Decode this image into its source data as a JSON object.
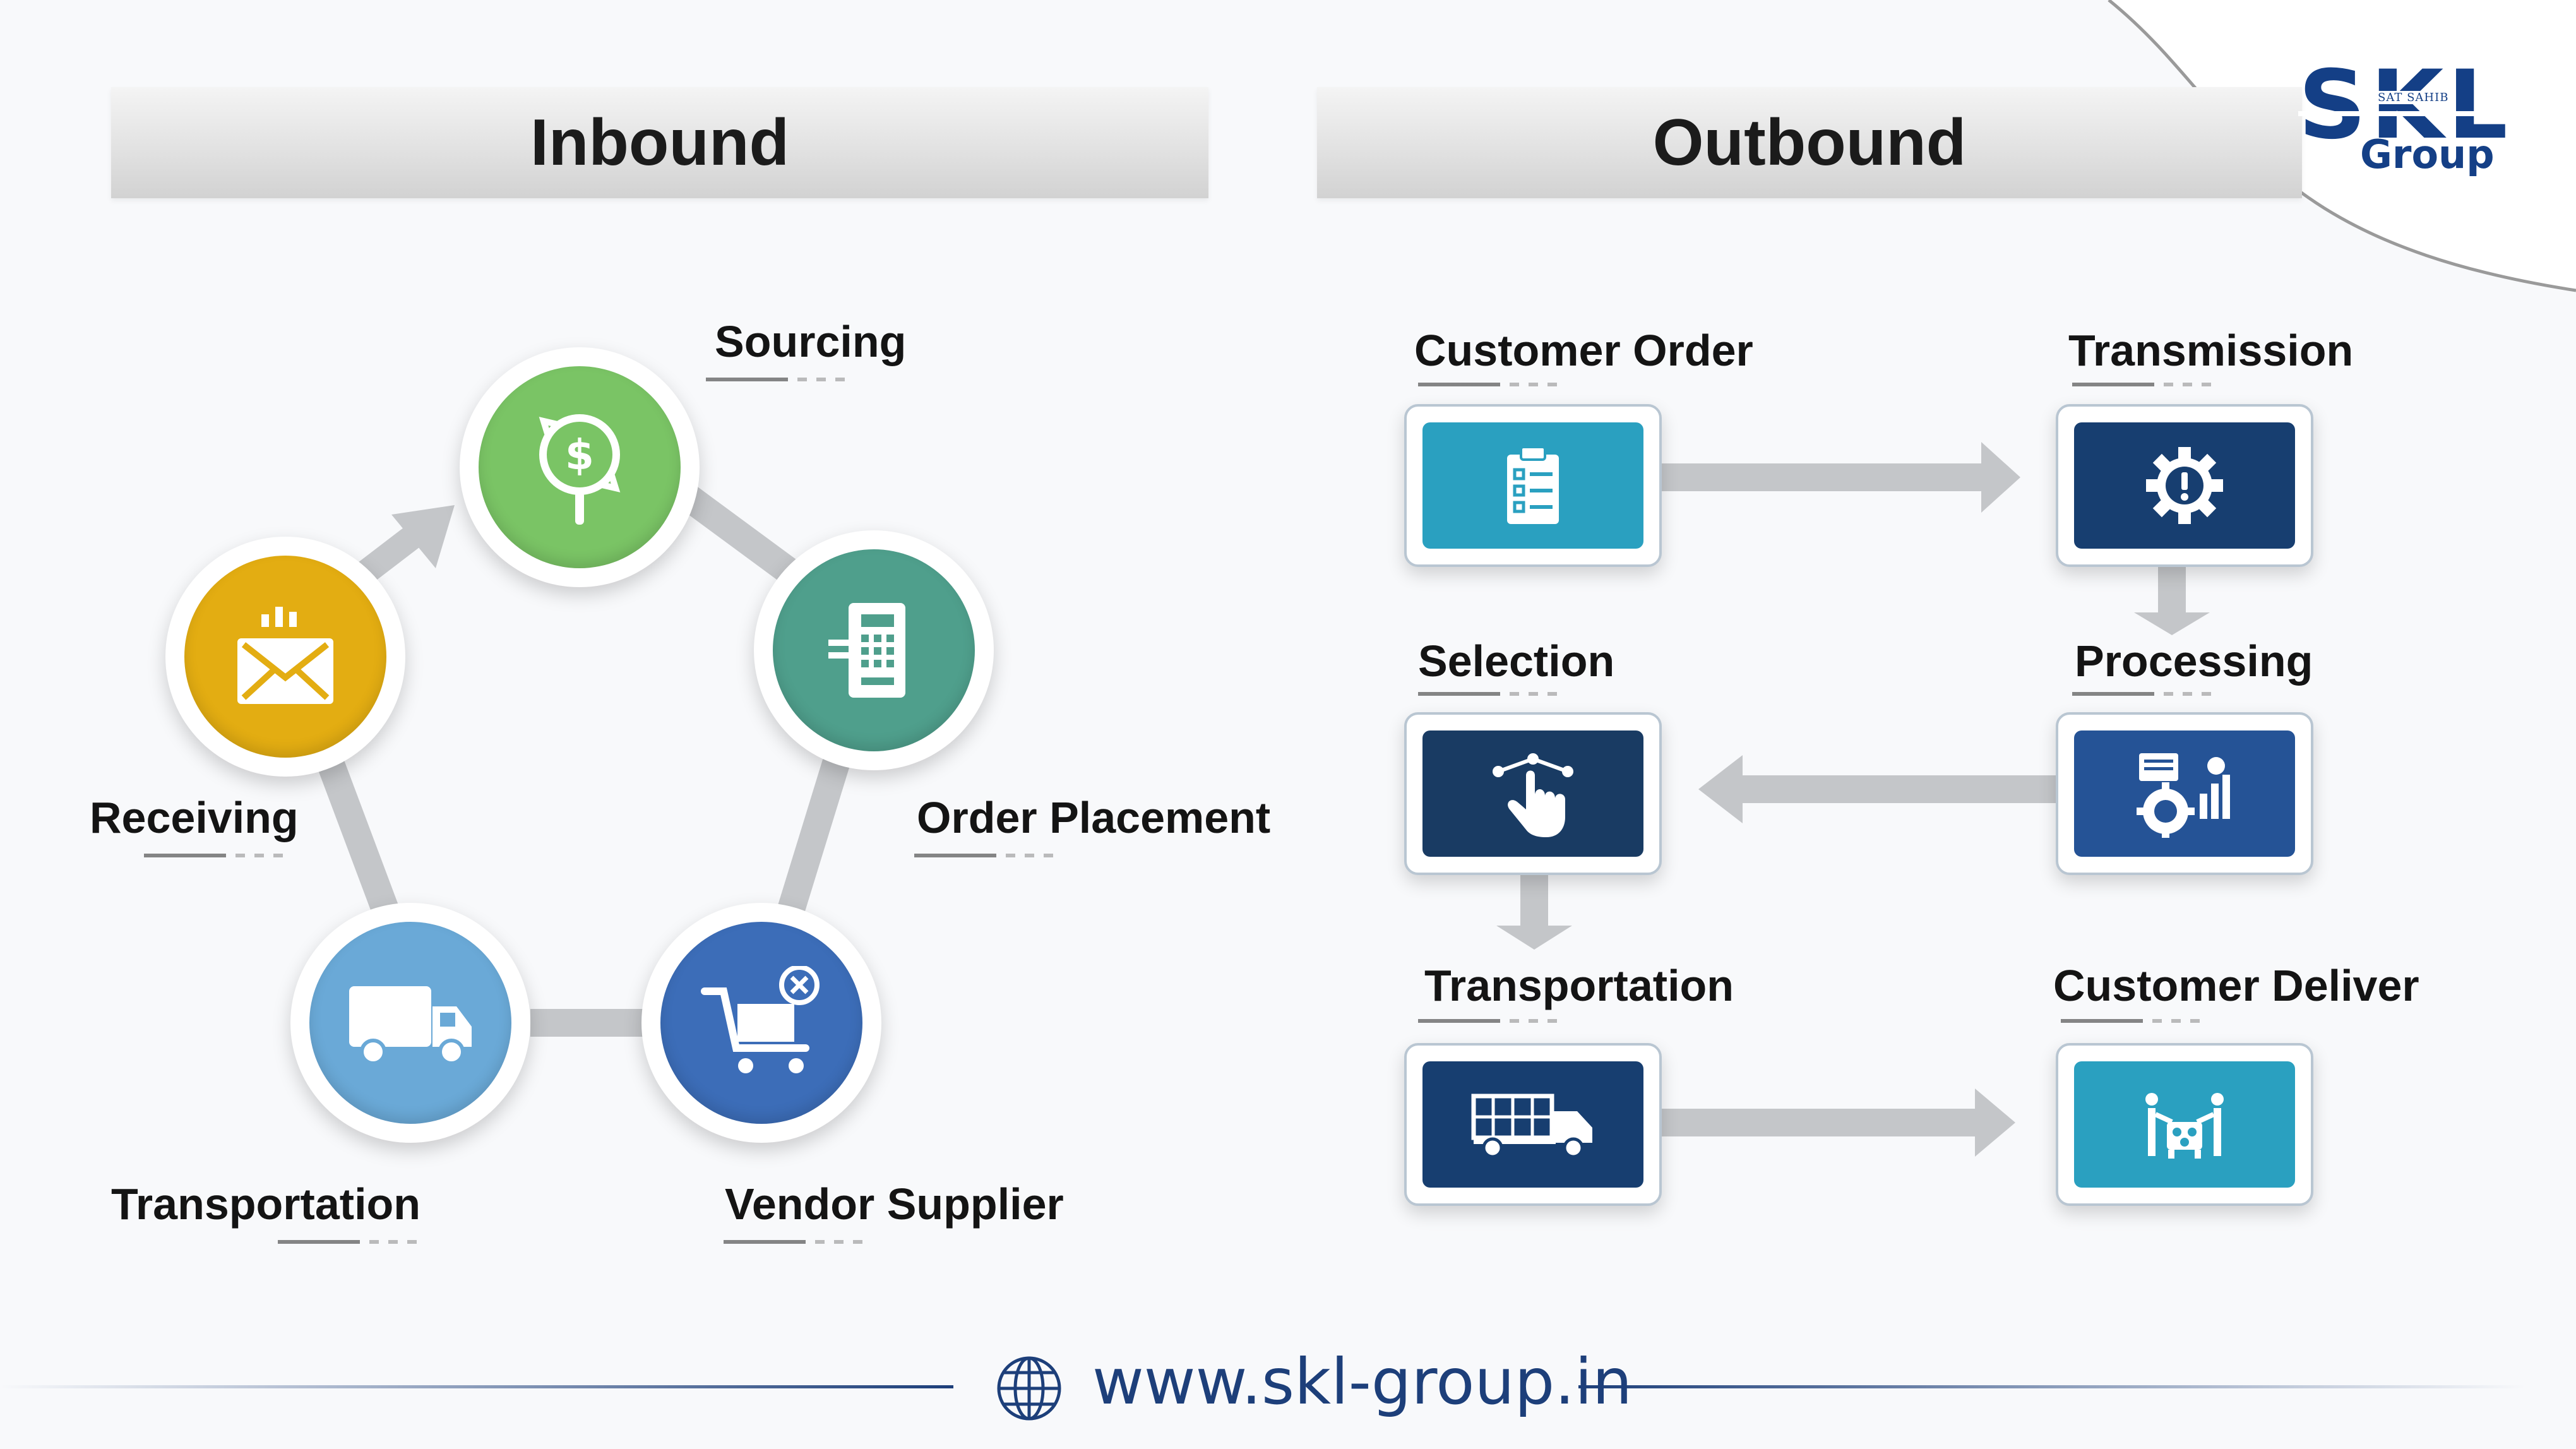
{
  "headers": {
    "inbound": "Inbound",
    "outbound": "Outbound"
  },
  "logo": {
    "letters": "SKL",
    "small_text": "SAT SAHIB",
    "group": "Group"
  },
  "inbound": {
    "sourcing": {
      "label": "Sourcing",
      "icon": "dollar-search-icon",
      "color": "#7ac465"
    },
    "order_placement": {
      "label": "Order Placement",
      "icon": "pos-terminal-icon",
      "color": "#4f9f8c"
    },
    "vendor_supplier": {
      "label": "Vendor Supplier",
      "icon": "cart-icon",
      "color": "#3c6db8"
    },
    "transportation": {
      "label": "Transportation",
      "icon": "truck-icon",
      "color": "#6aa9d7"
    },
    "receiving": {
      "label": "Receiving",
      "icon": "envelope-icon",
      "color": "#e3ad12"
    }
  },
  "outbound": {
    "customer_order": {
      "label": "Customer Order",
      "icon": "clipboard-icon",
      "color": "#2aa0c0"
    },
    "transmission": {
      "label": "Transmission",
      "icon": "gear-alert-icon",
      "color": "#173e70"
    },
    "processing": {
      "label": "Processing",
      "icon": "processing-icon",
      "color": "#255396"
    },
    "selection": {
      "label": "Selection",
      "icon": "hand-pointer-icon",
      "color": "#193b63"
    },
    "transportation": {
      "label": "Transportation",
      "icon": "truck-icon",
      "color": "#173e70"
    },
    "customer_delivery": {
      "label": "Customer Deliver",
      "icon": "delivery-icon",
      "color": "#2aa0c0"
    }
  },
  "footer": {
    "url": "www.skl-group.in",
    "icon": "globe-icon"
  }
}
